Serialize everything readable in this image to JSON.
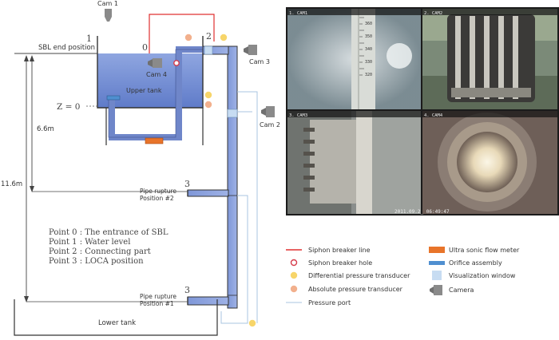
{
  "cameras": {
    "cam1": "Cam 1",
    "cam2": "Cam 2",
    "cam3": "Cam 3",
    "cam4": "Cam 4"
  },
  "labels": {
    "sbl_end": "SBL end position",
    "upper_tank": "Upper tank",
    "lower_tank": "Lower tank",
    "z0": "Z = 0",
    "h66": "6.6m",
    "h116": "11.6m",
    "rupture2_a": "Pipe rupture",
    "rupture2_b": "Position #2",
    "rupture1_a": "Pipe rupture",
    "rupture1_b": "Position #1"
  },
  "points": {
    "p0": "0",
    "p1": "1",
    "p2": "2",
    "p3a": "3",
    "p3b": "3"
  },
  "point_list": [
    "Point 0 : The entrance of SBL",
    "Point 1 : Water level",
    "Point 2 : Connecting part",
    "Point 3 : LOCA position"
  ],
  "camera_panels": [
    {
      "label": "1. CAM1"
    },
    {
      "label": "2. CAM2"
    },
    {
      "label": "3. CAM3"
    },
    {
      "label": "4. CAM4"
    }
  ],
  "timestamp": "2011.09.2_ 06:49:47",
  "ruler_marks": [
    "360",
    "350",
    "340",
    "330",
    "320"
  ],
  "legend": [
    {
      "label": "Siphon breaker line",
      "symbol": "line",
      "color": "#e03030"
    },
    {
      "label": "Siphon breaker hole",
      "symbol": "ring",
      "color": "#d63b4a"
    },
    {
      "label": "Differential pressure transducer",
      "symbol": "dot",
      "color": "#f7d56a"
    },
    {
      "label": "Absolute pressure transducer",
      "symbol": "dot",
      "color": "#f2b08d"
    },
    {
      "label": "Pressure port",
      "symbol": "line",
      "color": "#a9c4e0"
    },
    {
      "label": "Ultra sonic flow meter",
      "symbol": "rect",
      "color": "#e8742a"
    },
    {
      "label": "Orifice assembly",
      "symbol": "rect",
      "color": "#4f8fd0"
    },
    {
      "label": "Visualization window",
      "symbol": "rect",
      "color": "#c7dcf2"
    },
    {
      "label": "Camera",
      "symbol": "camera",
      "color": "#8a8a8a"
    }
  ]
}
